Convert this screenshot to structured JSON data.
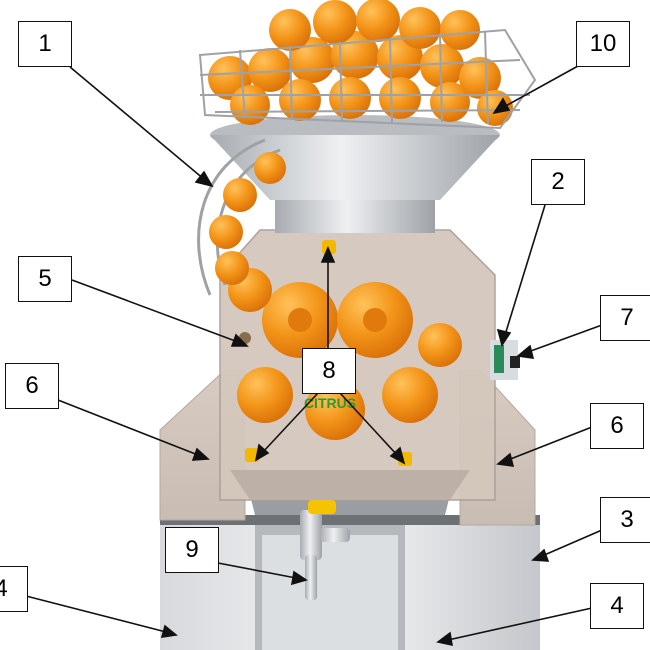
{
  "callouts": {
    "one": "1",
    "two": "2",
    "three": "3",
    "four_left": "4",
    "four_right": "4",
    "five": "5",
    "six_left": "6",
    "six_right": "6",
    "seven": "7",
    "eight": "8",
    "nine": "9",
    "ten": "10"
  },
  "machine_text": {
    "front_logo": "CITRUS"
  },
  "colors": {
    "orange": "#f08a12",
    "orange_highlight": "#ffb040",
    "steel": "#c9ccd0",
    "steel_dark": "#8d9196",
    "cabinet_glass": "#d9cfc6",
    "leader_line": "#111111"
  }
}
